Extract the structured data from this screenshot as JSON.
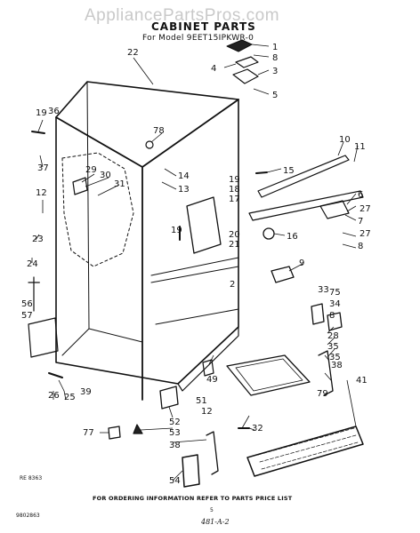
{
  "watermark": "AppliancePartsPros.com",
  "title": "CABINET PARTS",
  "subtitle": "For Model 9EET15IPKWR-0",
  "footer": {
    "ordering_info": "FOR ORDERING INFORMATION REFER TO PARTS PRICE LIST",
    "page_mark": "5",
    "ref_code_left": "RE 8363",
    "ref_code_bottom": "9802863",
    "handwritten_note": "481-A-2"
  },
  "part_numbers": [
    "1",
    "2",
    "3",
    "4",
    "5",
    "6",
    "7",
    "8",
    "9",
    "10",
    "11",
    "12",
    "13",
    "14",
    "15",
    "16",
    "17",
    "18",
    "19",
    "20",
    "21",
    "22",
    "23",
    "24",
    "25",
    "26",
    "27",
    "28",
    "29",
    "30",
    "31",
    "32",
    "33",
    "34",
    "35",
    "36",
    "37",
    "38",
    "39",
    "41",
    "49",
    "51",
    "52",
    "53",
    "54",
    "56",
    "57",
    "75",
    "77",
    "78",
    "79"
  ]
}
